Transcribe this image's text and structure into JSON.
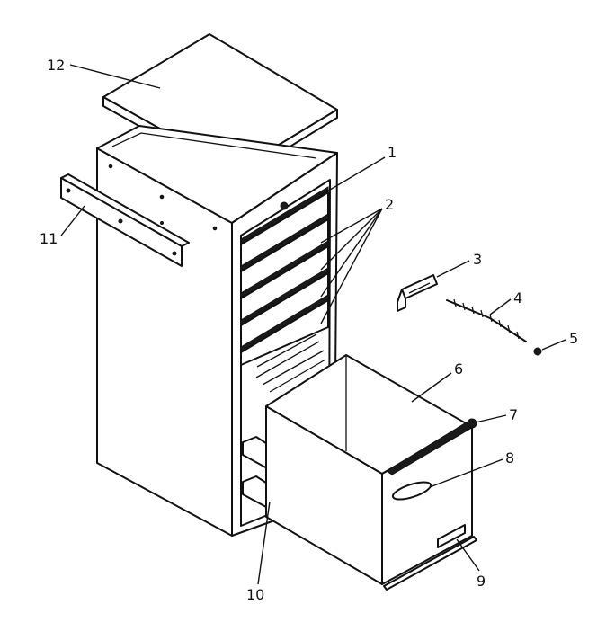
{
  "callouts": [
    {
      "id": "1",
      "text": "1"
    },
    {
      "id": "2",
      "text": "2"
    },
    {
      "id": "3",
      "text": "3"
    },
    {
      "id": "4",
      "text": "4"
    },
    {
      "id": "5",
      "text": "5"
    },
    {
      "id": "6",
      "text": "6"
    },
    {
      "id": "7",
      "text": "7"
    },
    {
      "id": "8",
      "text": "8"
    },
    {
      "id": "9",
      "text": "9"
    },
    {
      "id": "10",
      "text": "10"
    },
    {
      "id": "11",
      "text": "11"
    },
    {
      "id": "12",
      "text": "12"
    }
  ],
  "colors": {
    "line": "#111111",
    "background": "#ffffff"
  }
}
